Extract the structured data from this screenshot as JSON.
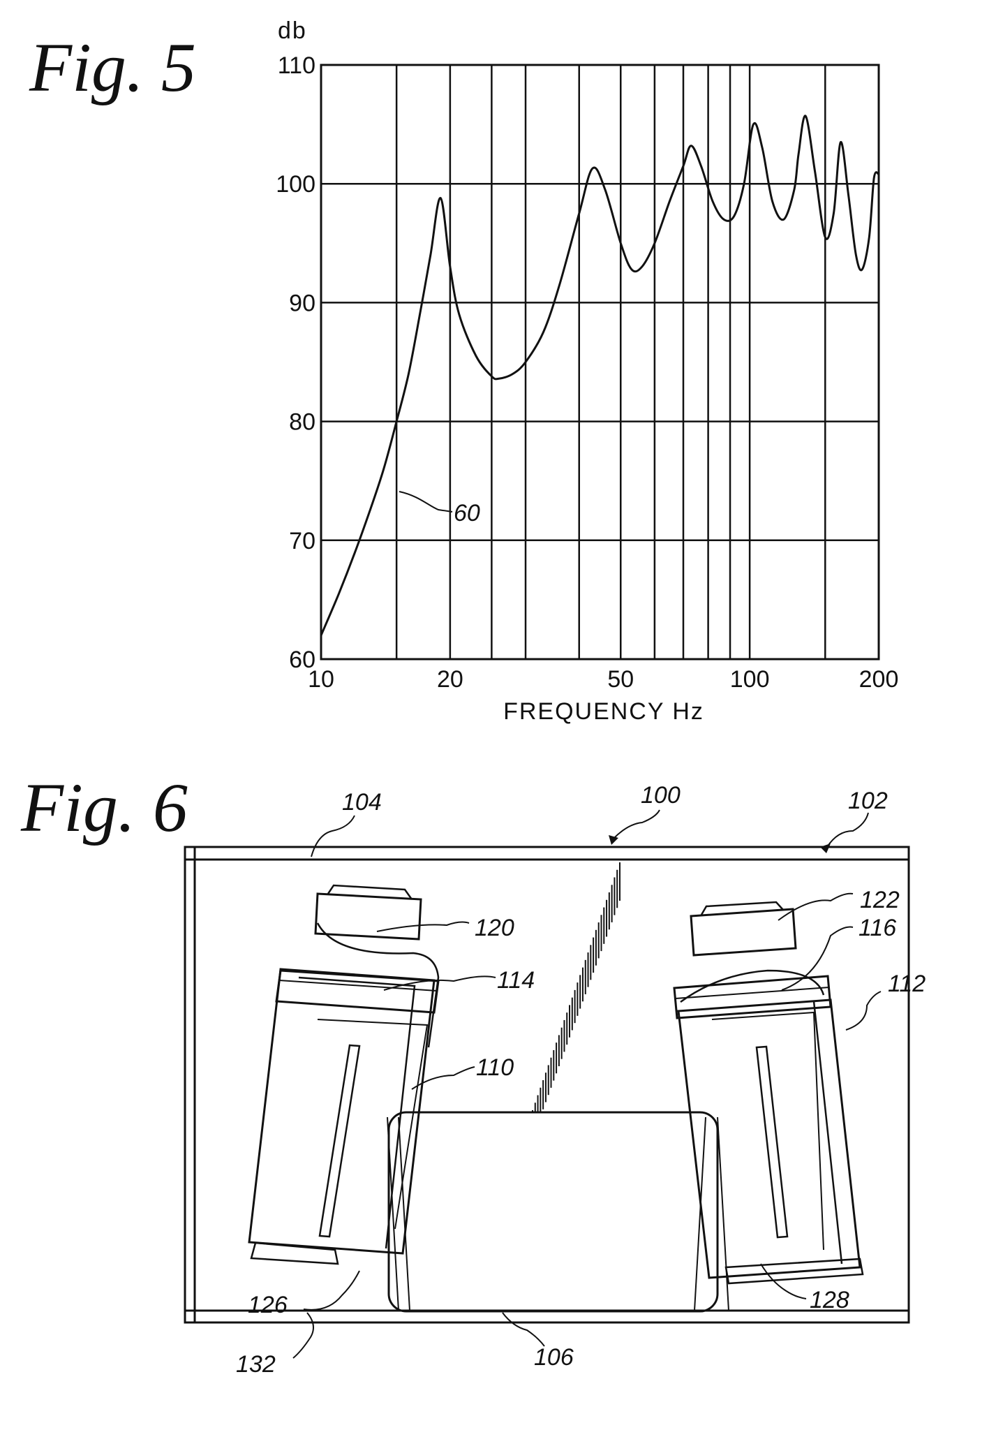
{
  "fig5": {
    "label": "Fig. 5",
    "ref_label": "60"
  },
  "fig6": {
    "label": "Fig. 6",
    "refs": {
      "r100": "100",
      "r102": "102",
      "r104": "104",
      "r106": "106",
      "r110": "110",
      "r112": "112",
      "r114": "114",
      "r116": "116",
      "r120": "120",
      "r122": "122",
      "r126": "126",
      "r128": "128",
      "r132": "132"
    }
  },
  "chart_data": {
    "type": "line",
    "title": "",
    "xlabel": "FREQUENCY Hz",
    "ylabel": "db",
    "xscale": "log",
    "xlim": [
      10,
      200
    ],
    "ylim": [
      60,
      110
    ],
    "x_tick_labels": [
      "10",
      "20",
      "50",
      "100",
      "200"
    ],
    "y_tick_labels": [
      "60",
      "70",
      "80",
      "90",
      "100",
      "110"
    ],
    "grid": true,
    "series": [
      {
        "name": "60",
        "x": [
          10,
          11,
          12,
          13,
          14,
          15,
          16,
          17,
          18,
          19,
          20,
          21,
          23,
          25,
          26,
          28,
          30,
          33,
          36,
          40,
          43,
          46,
          50,
          53,
          56,
          60,
          65,
          70,
          73,
          77,
          82,
          87,
          92,
          97,
          102,
          107,
          113,
          120,
          127,
          130,
          135,
          142,
          150,
          157,
          163,
          170,
          177,
          183,
          190,
          195,
          200
        ],
        "y": [
          62,
          65.5,
          69,
          72.5,
          76,
          80,
          84,
          89,
          94,
          98.8,
          93,
          89,
          85.5,
          83.8,
          83.6,
          84,
          85,
          87.5,
          91.5,
          97.5,
          101.3,
          99.5,
          95,
          92.8,
          93,
          95,
          98.5,
          101.5,
          103.2,
          101.5,
          98.5,
          97,
          97.3,
          100,
          105,
          103,
          98.5,
          97,
          99.5,
          102.5,
          105.7,
          101,
          95.5,
          97.5,
          103.5,
          99,
          94,
          92.8,
          95.5,
          100.5,
          100.8
        ]
      }
    ]
  }
}
